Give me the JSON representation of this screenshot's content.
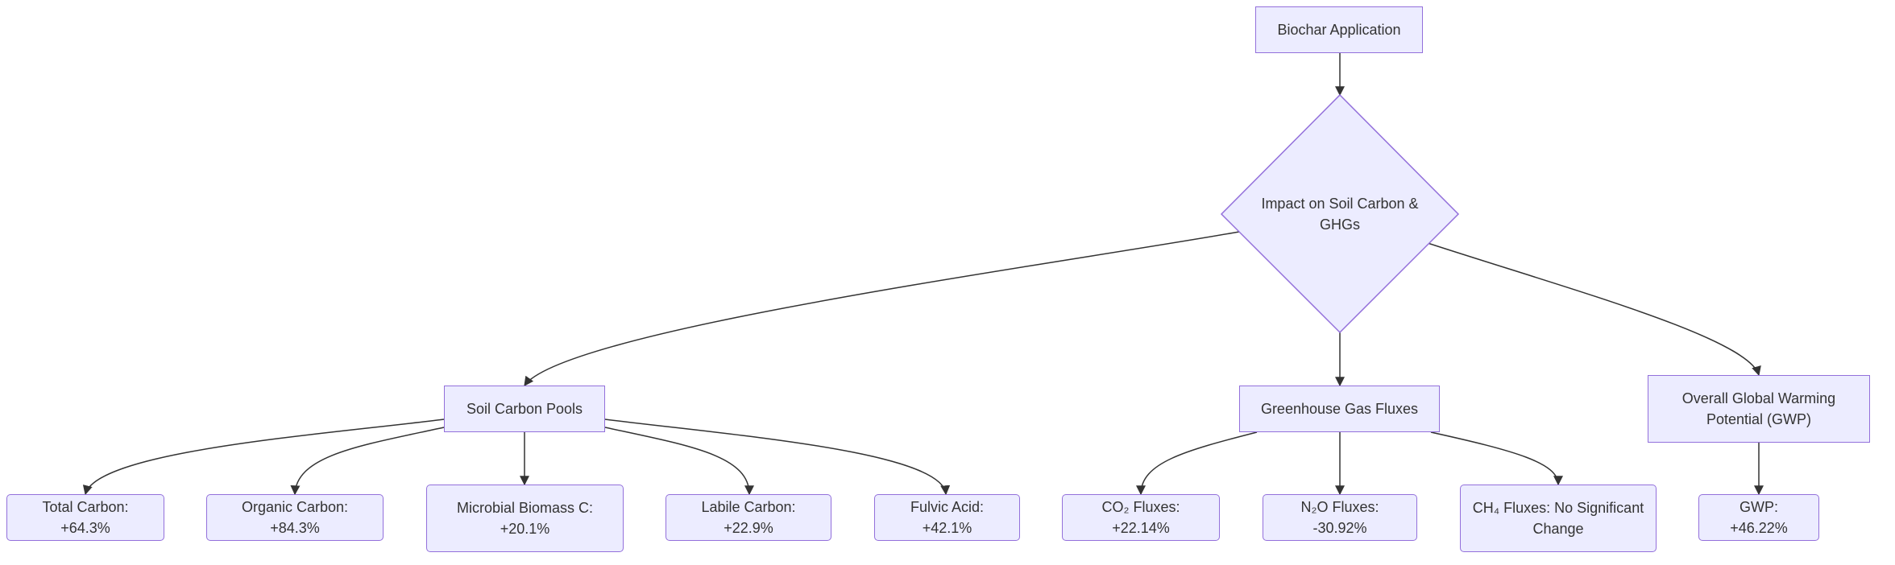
{
  "diagram": {
    "root": "Biochar Application",
    "decision": "Impact on Soil Carbon & GHGs",
    "categories": {
      "soil_carbon_pools": "Soil Carbon Pools",
      "ghg_fluxes": "Greenhouse Gas Fluxes",
      "gwp": "Overall Global Warming Potential (GWP)"
    },
    "soil_carbon_items": {
      "total_carbon": "Total Carbon: +64.3%",
      "organic_carbon": "Organic Carbon: +84.3%",
      "microbial_biomass": "Microbial Biomass C: +20.1%",
      "labile_carbon": "Labile Carbon: +22.9%",
      "fulvic_acid": "Fulvic Acid: +42.1%"
    },
    "ghg_items": {
      "co2": "CO₂ Fluxes: +22.14%",
      "n2o": "N₂O Fluxes: -30.92%",
      "ch4": "CH₄ Fluxes: No Significant Change"
    },
    "gwp_items": {
      "gwp_value": "GWP: +46.22%"
    }
  },
  "colors": {
    "node_fill": "#ECECFF",
    "node_stroke": "#9370DB",
    "edge": "#333333",
    "text": "#333333"
  }
}
